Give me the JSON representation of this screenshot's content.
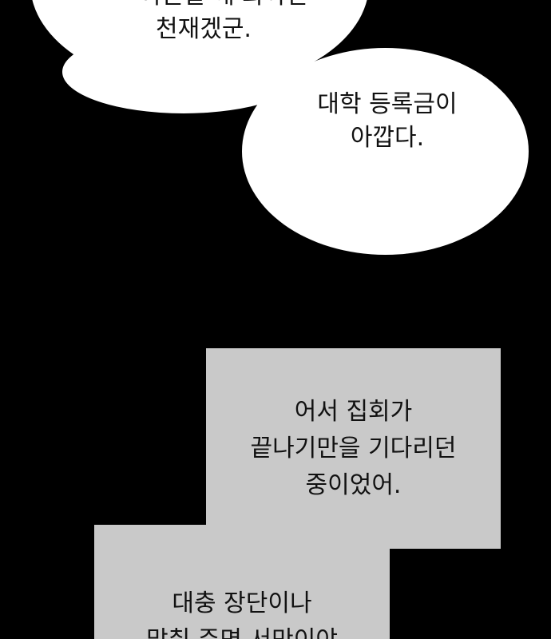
{
  "bubble_top": {
    "line0": "어떤걸 해 봐야만",
    "line1": "천재겠군."
  },
  "bubble_mid": {
    "line0": "대학 등록금이",
    "line1": "아깝다."
  },
  "caption_1": {
    "line0": "어서 집회가",
    "line1": "끝나기만을 기다리던",
    "line2": "중이었어."
  },
  "caption_2": {
    "line0": "대충 장단이나",
    "line1": "맞춰 주면 서만이야"
  },
  "colors": {
    "background": "#000000",
    "bubble": "#ffffff",
    "caption_box": "#c9c9c9",
    "text": "#111111"
  }
}
